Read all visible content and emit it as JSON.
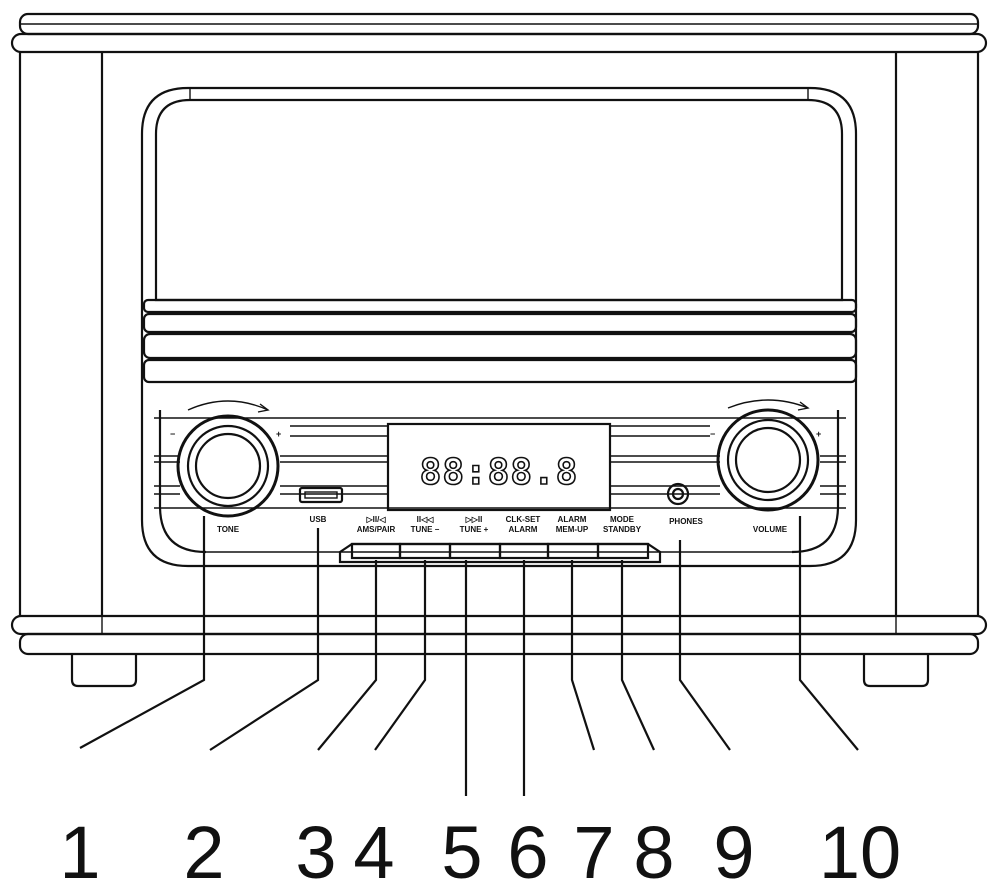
{
  "knob_labels": {
    "tone": "TONE",
    "volume": "VOLUME",
    "minus": "−",
    "plus": "+"
  },
  "display": {
    "text": "88:88.8"
  },
  "usb": {
    "label": "USB"
  },
  "phones": {
    "label": "PHONES"
  },
  "buttons": [
    {
      "line1": "▷II/◁",
      "line2": "AMS/PAIR"
    },
    {
      "line1": "II◁◁",
      "line2": "TUNE −"
    },
    {
      "line1": "▷▷II",
      "line2": "TUNE +"
    },
    {
      "line1": "CLK-SET",
      "line2": "ALARM"
    },
    {
      "line1": "ALARM",
      "line2": "MEM-UP"
    },
    {
      "line1": "MODE",
      "line2": "STANDBY"
    }
  ],
  "callouts": [
    "1",
    "2",
    "3",
    "4",
    "5",
    "6",
    "7",
    "8",
    "9",
    "10"
  ]
}
